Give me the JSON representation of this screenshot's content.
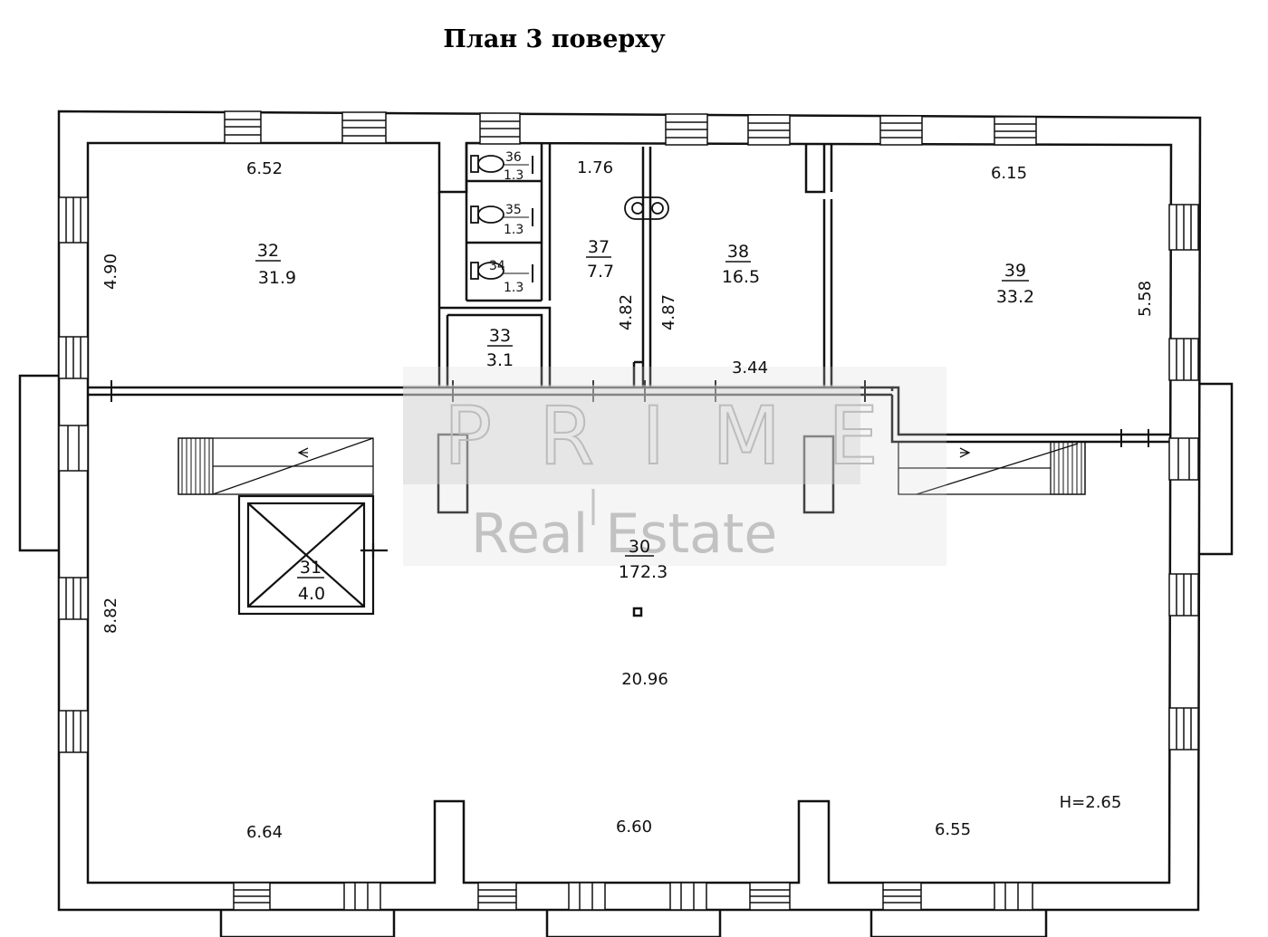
{
  "title": "План 3 поверху",
  "watermark": {
    "brand": "PRIME",
    "tagline": "Real Estate"
  },
  "ceiling_height": "H=2.65",
  "rooms": [
    {
      "number": "30",
      "area": "172.3"
    },
    {
      "number": "31",
      "area": "4.0"
    },
    {
      "number": "32",
      "area": "31.9"
    },
    {
      "number": "33",
      "area": "3.1"
    },
    {
      "number": "34",
      "area": "1.3"
    },
    {
      "number": "35",
      "area": "1.3"
    },
    {
      "number": "36",
      "area": "1.3"
    },
    {
      "number": "37",
      "area": "7.7"
    },
    {
      "number": "38",
      "area": "16.5"
    },
    {
      "number": "39",
      "area": "33.2"
    }
  ],
  "dimensions": {
    "room32_width": "6.52",
    "room32_depth": "4.90",
    "room37_width": "1.76",
    "room37_depth": "4.82",
    "room38_depth": "4.87",
    "room38_width": "3.44",
    "room39_width": "6.15",
    "room39_depth": "5.58",
    "hall_depth": "8.82",
    "hall_length": "20.96",
    "bottom_left": "6.64",
    "bottom_middle": "6.60",
    "bottom_right": "6.55"
  },
  "colors": {
    "line": "#111111",
    "watermark": "#c4c4c4"
  }
}
